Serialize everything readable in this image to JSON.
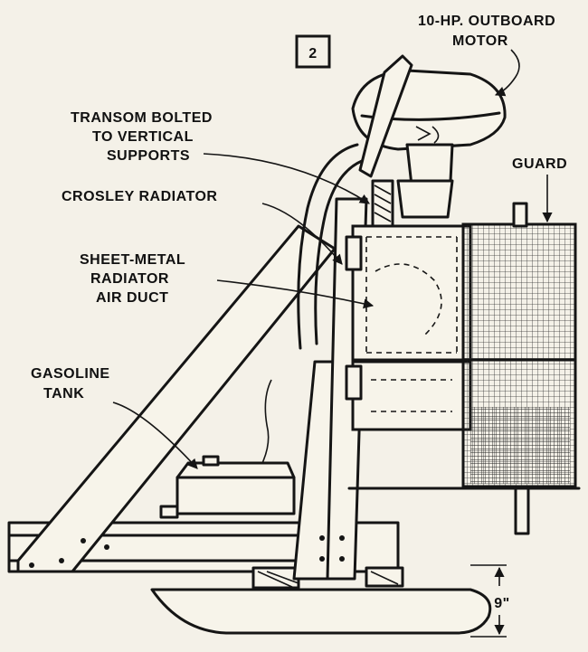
{
  "figure": {
    "number": "2",
    "labels": {
      "outboard_line1": "10-HP. OUTBOARD",
      "outboard_line2": "MOTOR",
      "transom_line1": "TRANSOM BOLTED",
      "transom_line2": "TO VERTICAL",
      "transom_line3": "SUPPORTS",
      "guard": "GUARD",
      "radiator": "CROSLEY RADIATOR",
      "duct_line1": "SHEET-METAL",
      "duct_line2": "RADIATOR",
      "duct_line3": "AIR DUCT",
      "tank_line1": "GASOLINE",
      "tank_line2": "TANK",
      "dimension": "9\""
    }
  },
  "icons": [
    "arrow-icon"
  ],
  "colors": {
    "ink": "#151515",
    "paper": "#f4f1e8"
  }
}
